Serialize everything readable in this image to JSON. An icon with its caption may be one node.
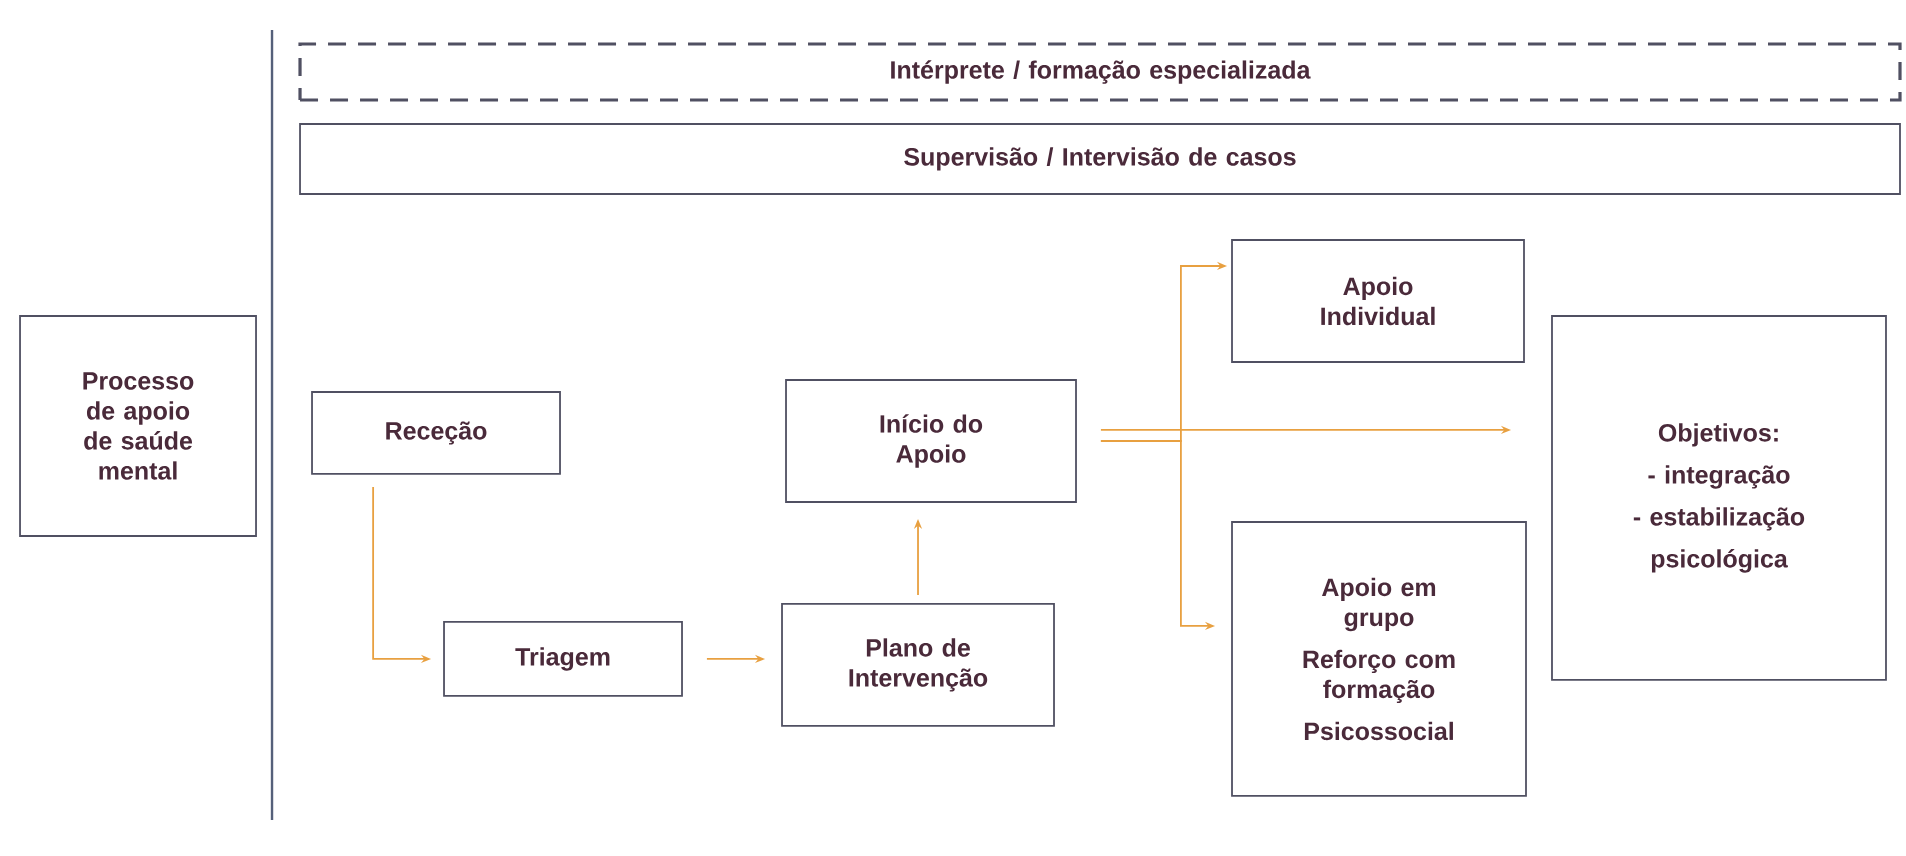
{
  "diagram": {
    "nodes": [
      {
        "text": [
          "Intérprete / formação especializada"
        ]
      },
      {
        "text": [
          "Supervisão / Intervisão de casos"
        ]
      },
      {
        "text": [
          "Processo de apoio de saúde mental"
        ]
      },
      {
        "text": [
          "Receção"
        ]
      },
      {
        "text": [
          "Triagem"
        ]
      },
      {
        "text": [
          "Plano de Intervenção"
        ]
      },
      {
        "text": [
          "Início do Apoio"
        ]
      },
      {
        "text": [
          "Apoio Individual"
        ]
      },
      {
        "text": [
          "Apoio em grupo",
          "Reforço com formação",
          "Psicossocial"
        ]
      },
      {
        "text": [
          "Objetivos:",
          "- integração",
          "- estabilização",
          "psicológica"
        ]
      }
    ],
    "edges": [
      {
        "from": 3,
        "to": 4,
        "arrow": "to"
      },
      {
        "from": 4,
        "to": 5,
        "arrow": "to"
      },
      {
        "from": 5,
        "to": 6,
        "arrow": "to"
      },
      {
        "from": 6,
        "to": 7,
        "arrow": "to"
      },
      {
        "from": 6,
        "to": 9,
        "arrow": "to"
      },
      {
        "from": 6,
        "to": 8,
        "arrow": "to"
      }
    ]
  }
}
